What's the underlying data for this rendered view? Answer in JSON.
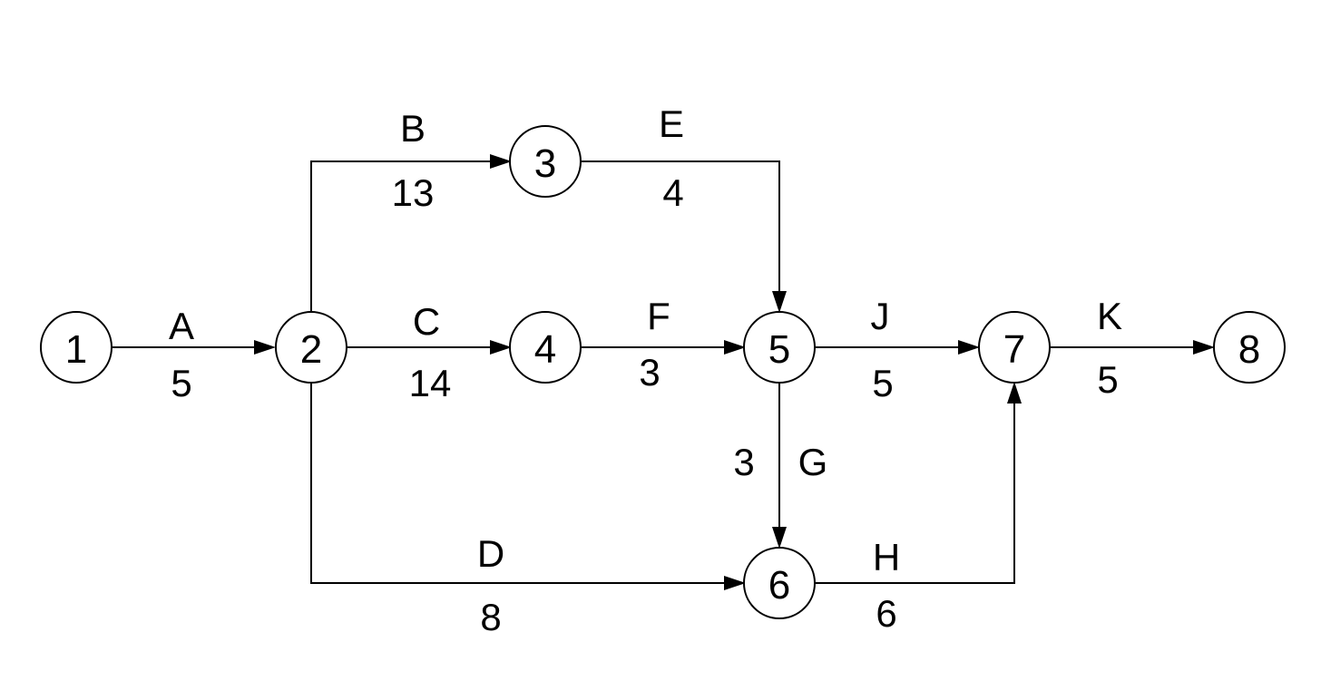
{
  "nodes": [
    {
      "id": "1",
      "label": "1"
    },
    {
      "id": "2",
      "label": "2"
    },
    {
      "id": "3",
      "label": "3"
    },
    {
      "id": "4",
      "label": "4"
    },
    {
      "id": "5",
      "label": "5"
    },
    {
      "id": "6",
      "label": "6"
    },
    {
      "id": "7",
      "label": "7"
    },
    {
      "id": "8",
      "label": "8"
    }
  ],
  "activities": [
    {
      "name": "A",
      "duration": "5",
      "from": "1",
      "to": "2"
    },
    {
      "name": "B",
      "duration": "13",
      "from": "2",
      "to": "3"
    },
    {
      "name": "C",
      "duration": "14",
      "from": "2",
      "to": "4"
    },
    {
      "name": "D",
      "duration": "8",
      "from": "2",
      "to": "6"
    },
    {
      "name": "E",
      "duration": "4",
      "from": "3",
      "to": "5"
    },
    {
      "name": "F",
      "duration": "3",
      "from": "4",
      "to": "5"
    },
    {
      "name": "G",
      "duration": "3",
      "from": "5",
      "to": "6"
    },
    {
      "name": "J",
      "duration": "5",
      "from": "5",
      "to": "7"
    },
    {
      "name": "H",
      "duration": "6",
      "from": "6",
      "to": "7"
    },
    {
      "name": "K",
      "duration": "5",
      "from": "7",
      "to": "8"
    }
  ]
}
